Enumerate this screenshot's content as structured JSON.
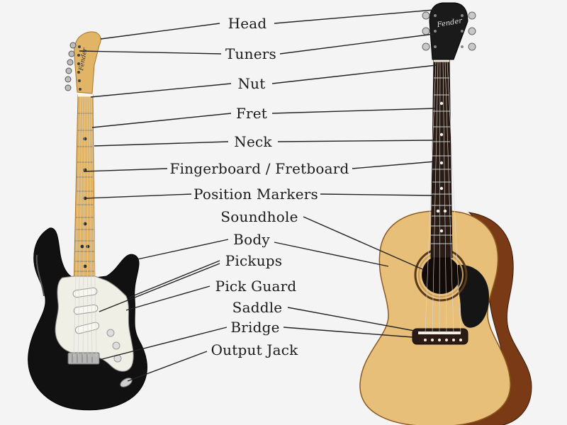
{
  "colors": {
    "background": "#f4f4f4",
    "leader_line": "#222222",
    "electric_body": "#111111",
    "pickguard": "#efefe6",
    "maple_neck": "#e2b566",
    "acoustic_top": "#e8bf78",
    "acoustic_side": "#7a3a16",
    "rosewood": "#2a1c14"
  },
  "labels": [
    {
      "id": "head",
      "text": "Head"
    },
    {
      "id": "tuners",
      "text": "Tuners"
    },
    {
      "id": "nut",
      "text": "Nut"
    },
    {
      "id": "fret",
      "text": "Fret"
    },
    {
      "id": "neck",
      "text": "Neck"
    },
    {
      "id": "fingerboard",
      "text": "Fingerboard / Fretboard"
    },
    {
      "id": "position-markers",
      "text": "Position Markers"
    },
    {
      "id": "soundhole",
      "text": "Soundhole"
    },
    {
      "id": "body",
      "text": "Body"
    },
    {
      "id": "pickups",
      "text": "Pickups"
    },
    {
      "id": "pick-guard",
      "text": "Pick Guard"
    },
    {
      "id": "saddle",
      "text": "Saddle"
    },
    {
      "id": "bridge",
      "text": "Bridge"
    },
    {
      "id": "output-jack",
      "text": "Output Jack"
    }
  ]
}
